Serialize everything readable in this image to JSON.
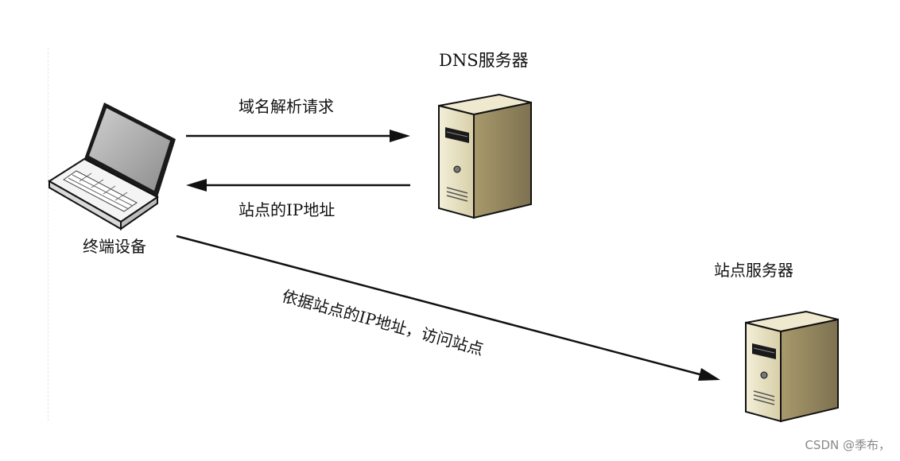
{
  "diagram": {
    "dns_server_label": "DNS服务器",
    "request_label": "域名解析请求",
    "response_label": "站点的IP地址",
    "terminal_label": "终端设备",
    "site_server_label": "站点服务器",
    "access_label": "依据站点的IP地址，访问站点"
  },
  "watermark": "CSDN @季布，",
  "icons": [
    "laptop-icon",
    "server-icon",
    "server-icon"
  ]
}
